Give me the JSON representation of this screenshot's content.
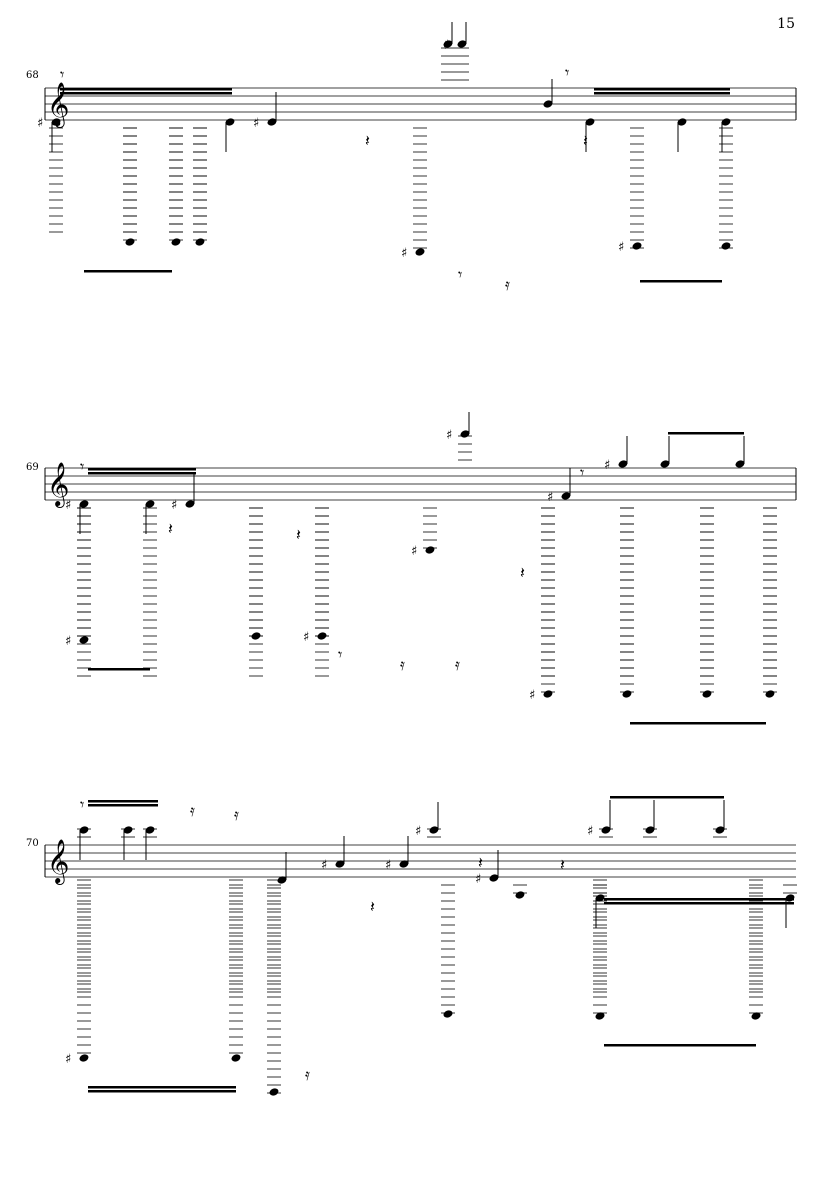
{
  "page_number": "15",
  "systems": [
    {
      "measure_number": "68"
    },
    {
      "measure_number": "69"
    },
    {
      "measure_number": "70"
    }
  ],
  "colors": {
    "ink": "#000000",
    "paper": "#ffffff"
  }
}
